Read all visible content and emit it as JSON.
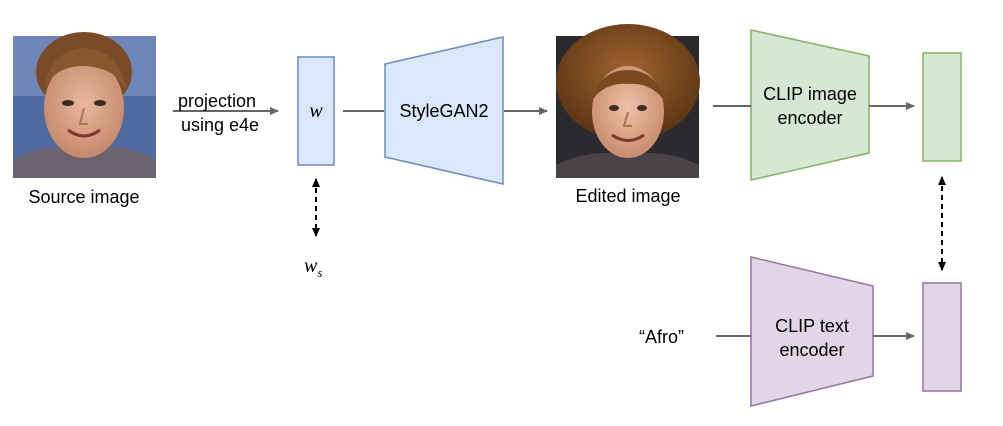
{
  "source_label": "Source image",
  "projection_label": [
    "projection",
    "using e4e"
  ],
  "latent_w": "w",
  "latent_ws": "w",
  "latent_ws_sub": "s",
  "generator_label": "StyleGAN2",
  "edited_label": "Edited image",
  "clip_image_label": [
    "CLIP image",
    "encoder"
  ],
  "clip_text_label": [
    "CLIP text",
    "encoder"
  ],
  "text_prompt": "“Afro”",
  "colors": {
    "stylegan_fill": "#dae8fc",
    "stylegan_stroke": "#6c8ebf",
    "clip_image_fill": "#d5e8d4",
    "clip_image_stroke": "#82b366",
    "clip_text_fill": "#e1d5e7",
    "clip_text_stroke": "#9673a6",
    "arrow": "#666666"
  },
  "icons": [
    "source-face-image",
    "edited-afro-face-image"
  ]
}
